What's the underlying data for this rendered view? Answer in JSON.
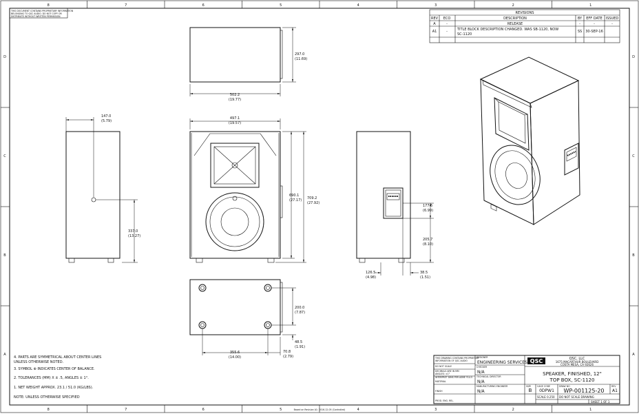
{
  "confidential_notice": [
    "THIS DOCUMENT CONTAINS PROPRIETARY INFORMATION",
    "BELONGING TO QSC AUDIO. DO NOT COPY OR",
    "DISTRIBUTE WITHOUT WRITTEN PERMISSION"
  ],
  "border": {
    "top_columns": [
      "8",
      "7",
      "6",
      "5",
      "4",
      "3",
      "2",
      "1"
    ],
    "bottom_columns": [
      "8",
      "7",
      "6",
      "5",
      "4",
      "3",
      "2",
      "1"
    ],
    "left_rows": [
      "D",
      "C",
      "B",
      "A"
    ],
    "right_rows": [
      "D",
      "C",
      "B",
      "A"
    ]
  },
  "revisions": {
    "title": "REVISIONS",
    "headers": [
      "REV",
      "ECO",
      "DESCRIPTION",
      "BY",
      "EFF DATE",
      "ISSUED"
    ],
    "rows": [
      {
        "rev": "A",
        "eco": "-",
        "desc1": "RELEASE",
        "desc2": "",
        "by": "-",
        "date": "-",
        "issued": "-"
      },
      {
        "rev": "A1",
        "eco": "-",
        "desc1": "TITLE BLOCK DESCRIPTION CHANGED. WAS SB-1120, NOW",
        "desc2": "SC-1120",
        "by": "SS",
        "date": "30-SEP-16",
        "issued": ""
      }
    ]
  },
  "dims": {
    "top_width": "502.2",
    "top_width_in": "(19.77)",
    "top_depth": "297.0",
    "top_depth_in": "(11.69)",
    "side_left_offset": "147.0",
    "side_left_offset_in": "(5.79)",
    "side_left_height": "337.0",
    "side_left_height_in": "(13.27)",
    "front_width": "497.1",
    "front_width_in": "(19.57)",
    "front_inner": "690.1",
    "front_inner_in": "(27.17)",
    "front_height": "709.2",
    "front_height_in": "(27.92)",
    "side_right_a": "177.5",
    "side_right_a_in": "(6.99)",
    "side_right_b": "205.7",
    "side_right_b_in": "(8.10)",
    "side_right_c": "126.5",
    "side_right_c_in": "(4.98)",
    "side_right_d": "38.5",
    "side_right_d_in": "(1.51)",
    "bottom_depth": "200.0",
    "bottom_depth_in": "(7.87)",
    "bottom_foot": "48.5",
    "bottom_foot_in": "(1.91)",
    "bottom_span": "355.6",
    "bottom_span_in": "(14.00)",
    "bottom_edge": "70.8",
    "bottom_edge_in": "(2.79)"
  },
  "notes": [
    "4. PARTS ARE SYMMETRICAL ABOUT CENTER LINES",
    "    UNLESS OTHERWISE NOTED.",
    "3. SYMBOL ⊕ INDICATES CENTER OF BALANCE.",
    "2. TOLERANCES (MM) X ± .5, ANGLES ± 1°.",
    "1. NET WEIGHT APPROX. 23.1 / 51.0 (KG/LBS).",
    "NOTE: UNLESS OTHERWISE SPECIFIED"
  ],
  "title_block": {
    "designer_label": "DESIGNER",
    "designer": "ENGINEERING SERVICES",
    "checker_label": "CHECKER",
    "checker": "N/A",
    "tech_label": "TECHNICAL DIRECTOR",
    "tech": "N/A",
    "mfg_label": "MANUFACTURING ENGINEER",
    "mfg": "N/A",
    "logo": "QSC",
    "company": "QSC, LLC",
    "address1": "1675 MACARTHUR BOULEVARD",
    "address2": "COSTA MESA, CA  92626",
    "title1": "SPEAKER, FINISHED, 12\"",
    "title2": "TOP BOX, SC-1120",
    "size_label": "SIZE",
    "size": "B",
    "cage_label": "CAGE CODE",
    "cage": "0DPW1",
    "dwg_label": "DRAW NO",
    "dwg": "WP-001125-20",
    "rev_label": "REV",
    "rev": "A1",
    "scale": "SCALE 0.250",
    "do_not_scale": "DO NOT SCALE DRAWING",
    "sheet": "SHEET 1 OF 1",
    "left_small": [
      "THIS DRAWING CONTAINS PROPRIETARY",
      "INFORMATION OF QSC AUDIO",
      "DO NOT SCALE",
      "DECIMALS ARE IN MM",
      "ANGLES: ±1°",
      "INTERPRET DIMS PER ASME Y14.5",
      "MATERIAL",
      "FINISH",
      "PROD. ENG. REL."
    ]
  },
  "footer_stamp": "Based on Revision A1: 2016-12-05 (Controlled)"
}
